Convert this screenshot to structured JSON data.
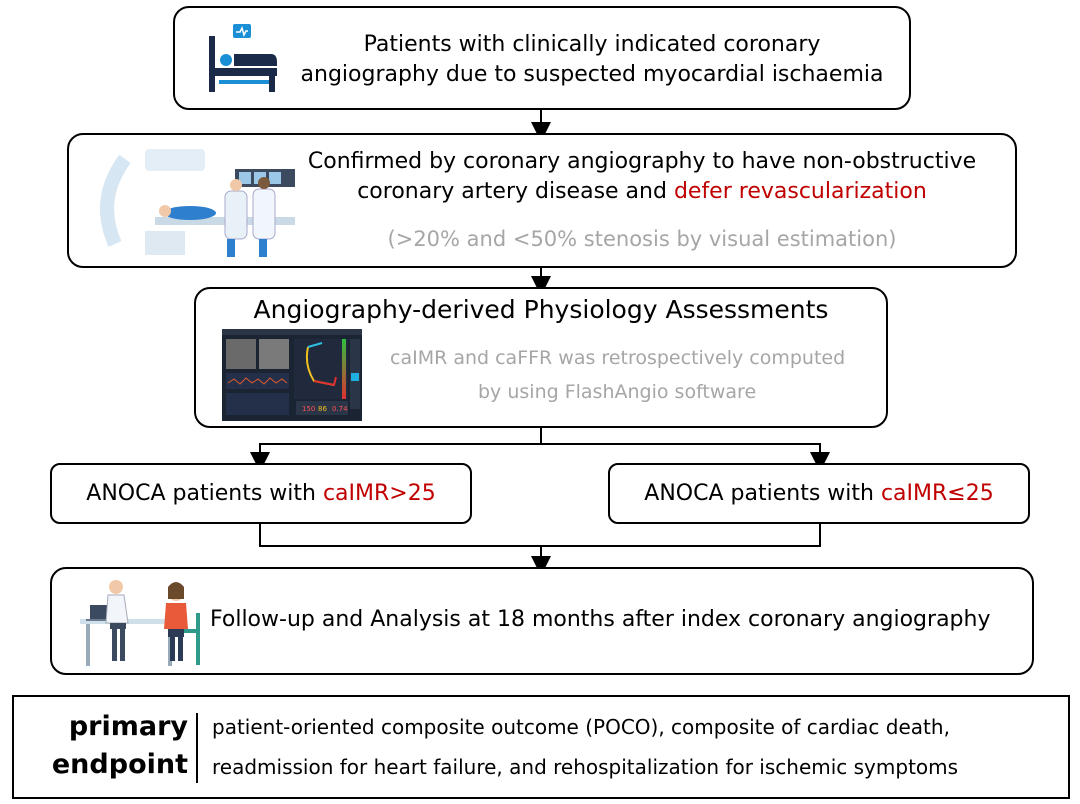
{
  "step1": {
    "line1": "Patients with clinically indicated coronary",
    "line2": "angiography due to suspected myocardial ischaemia"
  },
  "step2": {
    "line1": "Confirmed by coronary angiography to have non-obstructive",
    "line2_prefix": "coronary artery disease and ",
    "line2_highlight": "defer revascularization",
    "note": "(>20% and <50% stenosis by visual estimation)"
  },
  "step3": {
    "title": "Angiography-derived Physiology Assessments",
    "line1": "caIMR and caFFR was retrospectively computed",
    "line2": "by using FlashAngio software",
    "screen_values": [
      "150",
      "86",
      "0.74"
    ]
  },
  "group_left": {
    "prefix": "ANOCA patients with ",
    "highlight": "caIMR>25"
  },
  "group_right": {
    "prefix": "ANOCA patients with ",
    "highlight": "caIMR≤25"
  },
  "step4": {
    "text": "Follow-up and Analysis at 18 months after index coronary angiography"
  },
  "endpoint": {
    "label_line1": "primary",
    "label_line2": "endpoint",
    "line1": "patient-oriented composite outcome (POCO), composite of cardiac death,",
    "line2": "readmission for heart failure, and rehospitalization for ischemic symptoms"
  },
  "colors": {
    "highlight": "#c00000",
    "note": "#a6a6a6",
    "accent": "#1a8fd6"
  }
}
